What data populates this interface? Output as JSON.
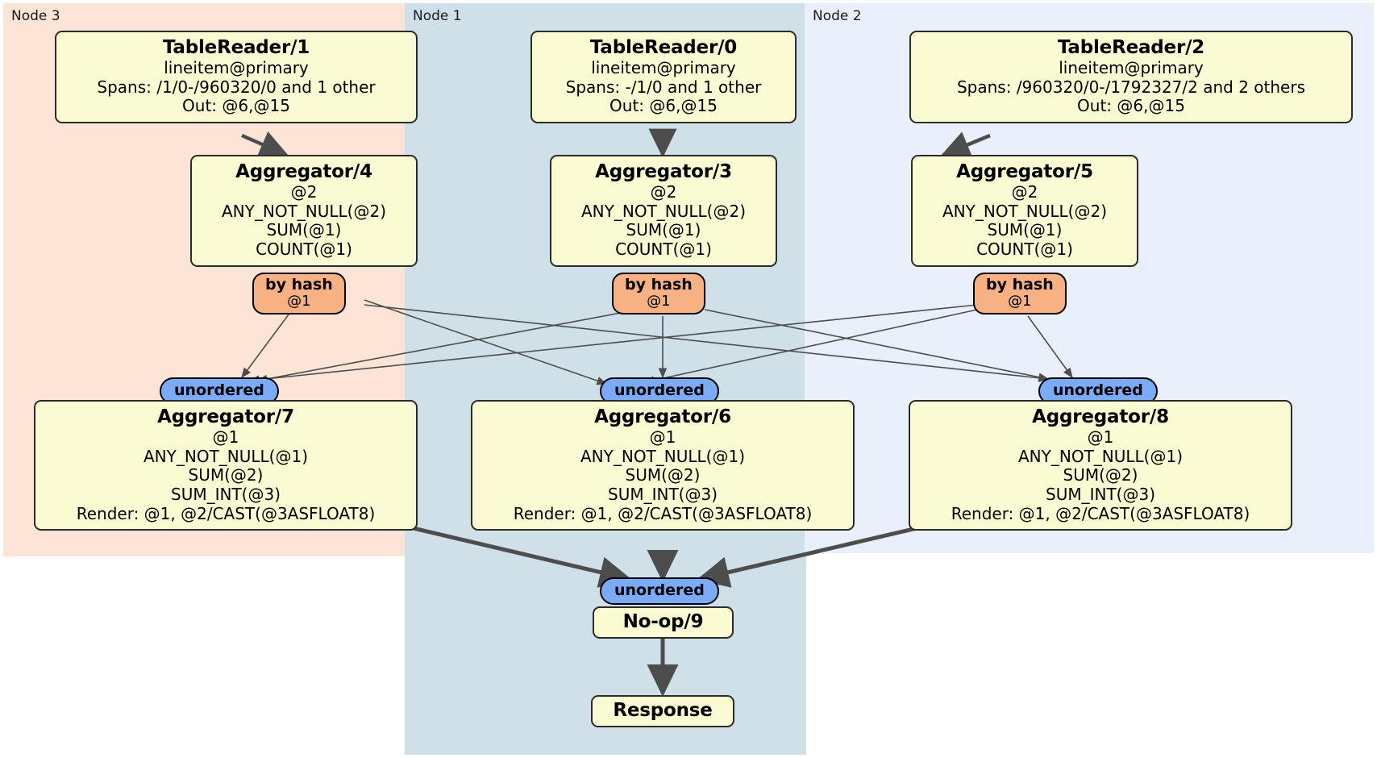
{
  "diagram": {
    "type": "distributed-query-plan",
    "panels": [
      {
        "id": "node3",
        "label": "Node 3",
        "color": "#fce5d6"
      },
      {
        "id": "node1",
        "label": "Node 1",
        "color": "#cfe0e9"
      },
      {
        "id": "node2",
        "label": "Node 2",
        "color": "#eaf0fb"
      }
    ],
    "colors": {
      "processor_box": "#fbfbd3",
      "hash_router": "#f7b183",
      "unordered_synchronizer": "#7babf7",
      "edge": "#4d4d4d",
      "border": "#2b2b2b"
    },
    "processors": {
      "table_reader_1": {
        "title": "TableReader/1",
        "lines": [
          "lineitem@primary",
          "Spans: /1/0-/960320/0 and 1 other",
          "Out: @6,@15"
        ]
      },
      "table_reader_0": {
        "title": "TableReader/0",
        "lines": [
          "lineitem@primary",
          "Spans: -/1/0 and 1 other",
          "Out: @6,@15"
        ]
      },
      "table_reader_2": {
        "title": "TableReader/2",
        "lines": [
          "lineitem@primary",
          "Spans: /960320/0-/1792327/2 and 2 others",
          "Out: @6,@15"
        ]
      },
      "aggregator_4": {
        "title": "Aggregator/4",
        "lines": [
          "@2",
          "ANY_NOT_NULL(@2)",
          "SUM(@1)",
          "COUNT(@1)"
        ]
      },
      "aggregator_3": {
        "title": "Aggregator/3",
        "lines": [
          "@2",
          "ANY_NOT_NULL(@2)",
          "SUM(@1)",
          "COUNT(@1)"
        ]
      },
      "aggregator_5": {
        "title": "Aggregator/5",
        "lines": [
          "@2",
          "ANY_NOT_NULL(@2)",
          "SUM(@1)",
          "COUNT(@1)"
        ]
      },
      "aggregator_7": {
        "title": "Aggregator/7",
        "lines": [
          "@1",
          "ANY_NOT_NULL(@1)",
          "SUM(@2)",
          "SUM_INT(@3)",
          "Render: @1, @2/CAST(@3ASFLOAT8)"
        ]
      },
      "aggregator_6": {
        "title": "Aggregator/6",
        "lines": [
          "@1",
          "ANY_NOT_NULL(@1)",
          "SUM(@2)",
          "SUM_INT(@3)",
          "Render: @1, @2/CAST(@3ASFLOAT8)"
        ]
      },
      "aggregator_8": {
        "title": "Aggregator/8",
        "lines": [
          "@1",
          "ANY_NOT_NULL(@1)",
          "SUM(@2)",
          "SUM_INT(@3)",
          "Render: @1, @2/CAST(@3ASFLOAT8)"
        ]
      },
      "noop_9": {
        "title": "No-op/9",
        "lines": []
      },
      "response": {
        "title": "Response",
        "lines": []
      }
    },
    "routers": {
      "hash_4": {
        "label": "by hash",
        "sub": "@1"
      },
      "hash_3": {
        "label": "by hash",
        "sub": "@1"
      },
      "hash_5": {
        "label": "by hash",
        "sub": "@1"
      }
    },
    "synchronizers": {
      "unordered_7": {
        "label": "unordered"
      },
      "unordered_6": {
        "label": "unordered"
      },
      "unordered_8": {
        "label": "unordered"
      },
      "unordered_9": {
        "label": "unordered"
      }
    }
  }
}
